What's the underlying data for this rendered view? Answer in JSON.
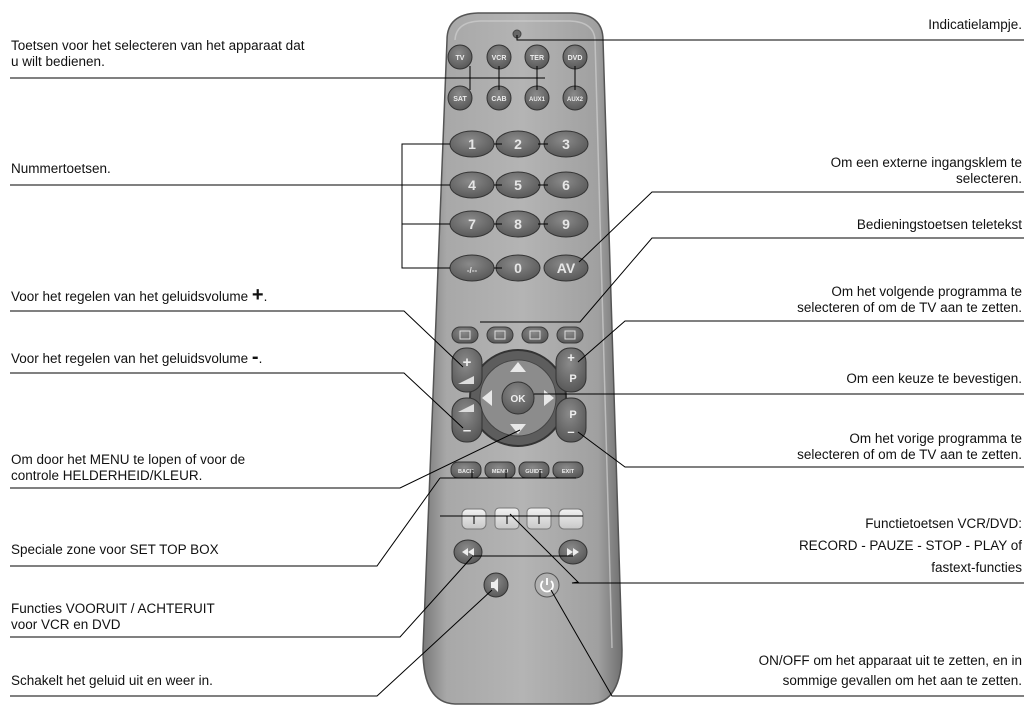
{
  "labels": {
    "indicatie": "Indicatielampje.",
    "select_l1": "Toetsen voor het selecteren van het apparaat dat",
    "select_l2": "u wilt bedienen.",
    "nummer": "Nummertoetsen.",
    "vol_up_text": "Voor het regelen van het geluidsvolume ",
    "vol_up_sign": "+",
    "vol_down_text": "Voor het regelen van het geluidsvolume ",
    "vol_down_sign": "-",
    "menu_l1": "Om door het MENU te lopen of voor de",
    "menu_l2": "controle HELDERHEID/KLEUR.",
    "stb": "Speciale zone voor SET TOP BOX",
    "ffrw_l1": "Functies VOORUIT / ACHTERUIT",
    "ffrw_l2": "voor VCR en DVD",
    "mute": "Schakelt het geluid uit en weer in.",
    "av_l1": "Om een externe ingangsklem te",
    "av_l2": "selecteren.",
    "teletext": "Bedieningstoetsen teletekst",
    "pplus_l1": "Om het volgende programma te",
    "pplus_l2": "selecteren of om de TV aan te zetten.",
    "ok": "Om een keuze te bevestigen.",
    "pminus_l1": "Om het vorige programma te",
    "pminus_l2": "selecteren of om de TV aan te zetten.",
    "func_l1": "Functietoetsen VCR/DVD:",
    "func_l2": "RECORD - PAUZE - STOP - PLAY of",
    "func_l3": "fastext-functies",
    "power_l1": "ON/OFF om het apparaat uit te zetten, en in",
    "power_l2": "sommige gevallen om het aan te zetten."
  },
  "remote": {
    "source_row1": [
      "TV",
      "VCR",
      "TER",
      "DVD"
    ],
    "source_row2": [
      "SAT",
      "CAB",
      "AUX1",
      "AUX2"
    ],
    "digits": [
      "1",
      "2",
      "3",
      "4",
      "5",
      "6",
      "7",
      "8",
      "9",
      "-/--",
      "0",
      "AV"
    ],
    "ok": "OK",
    "vol_plus": "+",
    "vol_minus": "–",
    "p_plus": [
      "+",
      "P"
    ],
    "p_minus": [
      "P",
      "–"
    ],
    "menu_row": [
      "BACK",
      "MENU",
      "GUIDE",
      "EXIT"
    ]
  },
  "colors": {
    "remote_body": "#9a9a9a",
    "button": "#6e6e6e",
    "button_text": "#e6e6e6",
    "line": "#000000"
  }
}
